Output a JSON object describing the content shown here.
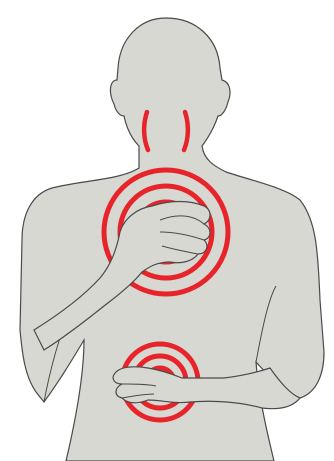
{
  "colors": {
    "skin": "#d8d8d3",
    "outline": "#4a4a4a",
    "pain": "#e8242b",
    "background": "#ffffff"
  },
  "illustration": {
    "subject": "person-silhouette",
    "pain_areas": [
      "throat",
      "chest",
      "upper-abdomen"
    ]
  }
}
